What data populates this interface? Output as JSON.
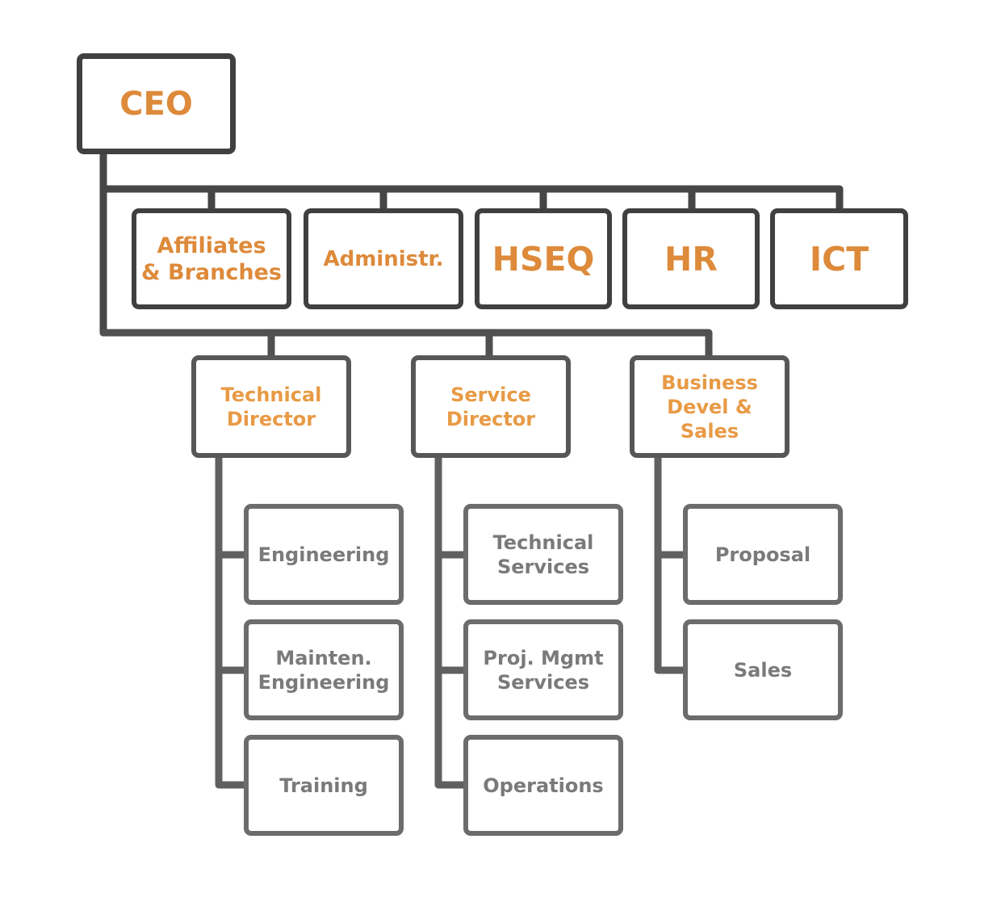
{
  "ceo": {
    "label": "CEO"
  },
  "staff": [
    {
      "lines": [
        "Affiliates",
        "& Branches"
      ]
    },
    {
      "lines": [
        "Administr."
      ]
    },
    {
      "lines": [
        "HSEQ"
      ]
    },
    {
      "lines": [
        "HR"
      ]
    },
    {
      "lines": [
        "ICT"
      ]
    }
  ],
  "directors": [
    {
      "lines": [
        "Technical",
        "Director"
      ],
      "units": [
        {
          "lines": [
            "Engineering"
          ]
        },
        {
          "lines": [
            "Mainten.",
            "Engineering"
          ]
        },
        {
          "lines": [
            "Training"
          ]
        }
      ]
    },
    {
      "lines": [
        "Service",
        "Director"
      ],
      "units": [
        {
          "lines": [
            "Technical",
            "Services"
          ]
        },
        {
          "lines": [
            "Proj. Mgmt",
            "Services"
          ]
        },
        {
          "lines": [
            "Operations"
          ]
        }
      ]
    },
    {
      "lines": [
        "Business",
        "Devel & Sales"
      ],
      "units": [
        {
          "lines": [
            "Proposal"
          ]
        },
        {
          "lines": [
            "Sales"
          ]
        }
      ]
    }
  ],
  "colors": {
    "accent_orange": "#dd8a3a",
    "unit_text_grey": "#7a7a7a",
    "ceo_border": "#404040",
    "director_border": "#575757",
    "unit_border": "#6c6c6c"
  }
}
